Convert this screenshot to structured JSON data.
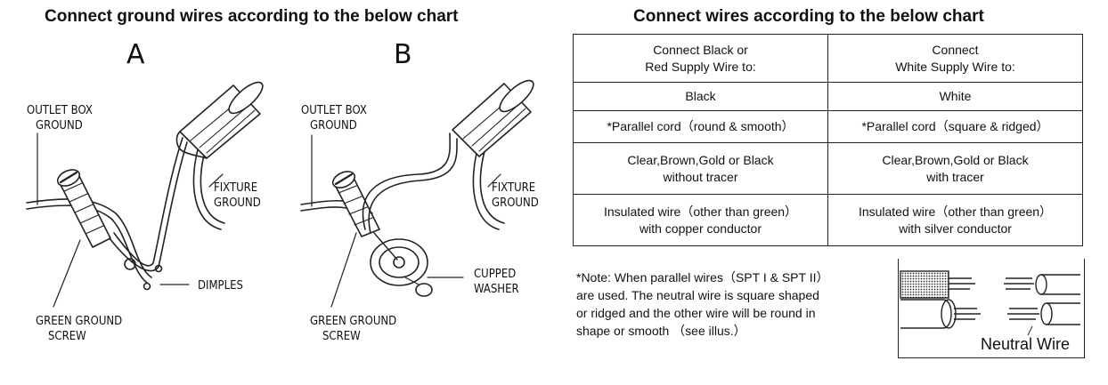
{
  "headings": {
    "left": "Connect ground wires according to the below chart",
    "right": "Connect wires according to the below chart"
  },
  "diagram_a": {
    "letter": "A",
    "outlet_box_ground": [
      "OUTLET BOX",
      "GROUND"
    ],
    "fixture_ground": [
      "FIXTURE",
      "GROUND"
    ],
    "dimples": "DIMPLES",
    "green_ground_screw": [
      "GREEN GROUND",
      "SCREW"
    ]
  },
  "diagram_b": {
    "letter": "B",
    "outlet_box_ground": [
      "OUTLET BOX",
      "GROUND"
    ],
    "fixture_ground": [
      "FIXTURE",
      "GROUND"
    ],
    "cupped_washer": [
      "CUPPED",
      "WASHER"
    ],
    "green_ground_screw": [
      "GREEN GROUND",
      "SCREW"
    ]
  },
  "wire_chart": {
    "header": [
      "Connect Black or",
      "Red Supply Wire to:",
      "Connect",
      "White Supply Wire to:"
    ],
    "rows": [
      [
        "Black",
        "White"
      ],
      [
        "*Parallel cord（round & smooth）",
        "*Parallel cord（square & ridged）"
      ],
      [
        "Clear,Brown,Gold or Black",
        "without tracer",
        "Clear,Brown,Gold or Black",
        "with tracer"
      ],
      [
        "Insulated wire（other than green）",
        "with copper conductor",
        "Insulated wire（other than green）",
        "with silver conductor"
      ]
    ]
  },
  "note": {
    "lines": [
      "*Note: When parallel wires（SPT I & SPT II）",
      "are used. The neutral wire is square shaped",
      "or ridged and the other wire will be round in",
      "shape or smooth （see illus.）"
    ],
    "illustration_label": "Neutral Wire"
  }
}
